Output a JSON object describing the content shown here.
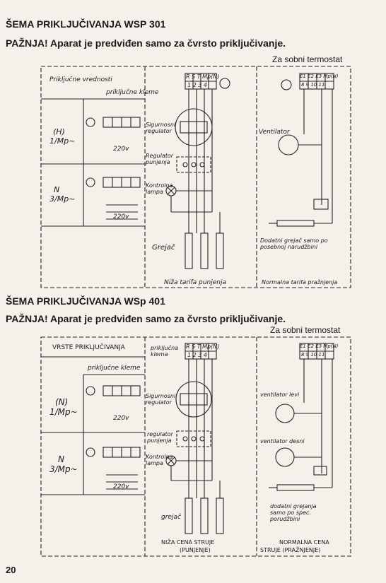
{
  "s1": {
    "title": "ŠEMA PRIKLJUČIVANJA WSP 301",
    "warning": "PAŽNJA!  Aparat je predviđen samo za čvrsto priključivanje.",
    "thermostat": "Za sobni termostat",
    "rated_values": "Priključne vrednosti",
    "terminals": "priključne kleme",
    "mode1": "(H)",
    "mode1b": "1/Mp~",
    "mode2": "N",
    "mode2b": "3/Mp~",
    "v220": "220v",
    "safety": "Sigurnosni regulator",
    "regulator": "Regulator punjenja",
    "lamp": "Kontrolna lampa",
    "heater": "Grejač",
    "fan": "Ventilator",
    "extra": "Dodatni grejač samo po posebnoj narudžbini",
    "low": "Niža tarifa punjenja",
    "normal": "Normalna tarifa pražnjenja",
    "hdr_left": "R S T Mp(N)",
    "nums_left": "1 2 3 4",
    "hdr_right": "E1 E2 E3 Mp(N)",
    "nums_right": "8 9 10 11"
  },
  "s2": {
    "title": "ŠEMA PRIKLJUČIVANJA WSp 401",
    "warning": "PAŽNJA! Aparat je predviđen samo za čvrsto priključivanje.",
    "thermostat": "Za sobni termostat",
    "types": "VRSTE PRIKLJUČIVANJA",
    "terminals": "priključne kleme",
    "terminal_head": "priključna klema",
    "mode1": "(N)",
    "mode1b": "1/Mp~",
    "mode2": "N",
    "mode2b": "3/Mp~",
    "v220": "220v",
    "safety": "Sigurnosni regulator",
    "regulator": "regulator punjenja",
    "lamp": "Kontrolna lampa",
    "heater": "grejač",
    "fan_left": "ventilator levi",
    "fan_right": "ventilator desni",
    "extra": "dodatni grejanja samo po spec. porudžbini",
    "low": "NIŽA CENA STRUJE",
    "low2": "(PUNJENJE)",
    "normal": "NORMALNA CENA",
    "normal2": "STRUJE (PRAŽNJENJE)"
  },
  "page_number": "20"
}
